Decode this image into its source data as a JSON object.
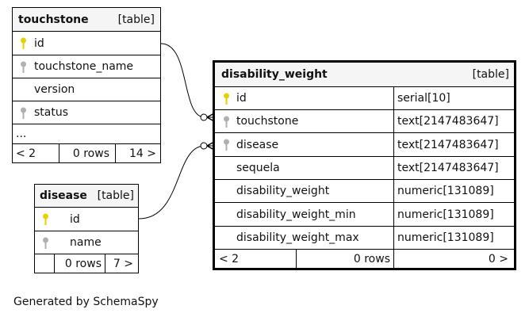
{
  "tables": {
    "touchstone": {
      "name": "touchstone",
      "tag": "[table]",
      "columns": [
        {
          "name": "id",
          "key": "primary"
        },
        {
          "name": "touchstone_name",
          "key": "index"
        },
        {
          "name": "version",
          "key": "none"
        },
        {
          "name": "status",
          "key": "index"
        }
      ],
      "more": "...",
      "footer": {
        "prev": "< 2",
        "rows": "0 rows",
        "next": "14 >"
      }
    },
    "disease": {
      "name": "disease",
      "tag": "[table]",
      "columns": [
        {
          "name": "id",
          "key": "primary"
        },
        {
          "name": "name",
          "key": "index"
        }
      ],
      "footer": {
        "prev": "",
        "rows": "0 rows",
        "next": "7 >"
      }
    },
    "disability_weight": {
      "name": "disability_weight",
      "tag": "[table]",
      "columns": [
        {
          "name": "id",
          "type": "serial[10]",
          "key": "primary"
        },
        {
          "name": "touchstone",
          "type": "text[2147483647]",
          "key": "index"
        },
        {
          "name": "disease",
          "type": "text[2147483647]",
          "key": "index"
        },
        {
          "name": "sequela",
          "type": "text[2147483647]",
          "key": "none"
        },
        {
          "name": "disability_weight",
          "type": "numeric[131089]",
          "key": "none"
        },
        {
          "name": "disability_weight_min",
          "type": "numeric[131089]",
          "key": "none"
        },
        {
          "name": "disability_weight_max",
          "type": "numeric[131089]",
          "key": "none"
        }
      ],
      "footer": {
        "prev": "< 2",
        "rows": "0 rows",
        "next": "0 >"
      }
    }
  },
  "footer_text": "Generated by SchemaSpy",
  "colors": {
    "primary_key": "#e6d200",
    "index_key": "#b0b0b0",
    "line": "#000000"
  }
}
